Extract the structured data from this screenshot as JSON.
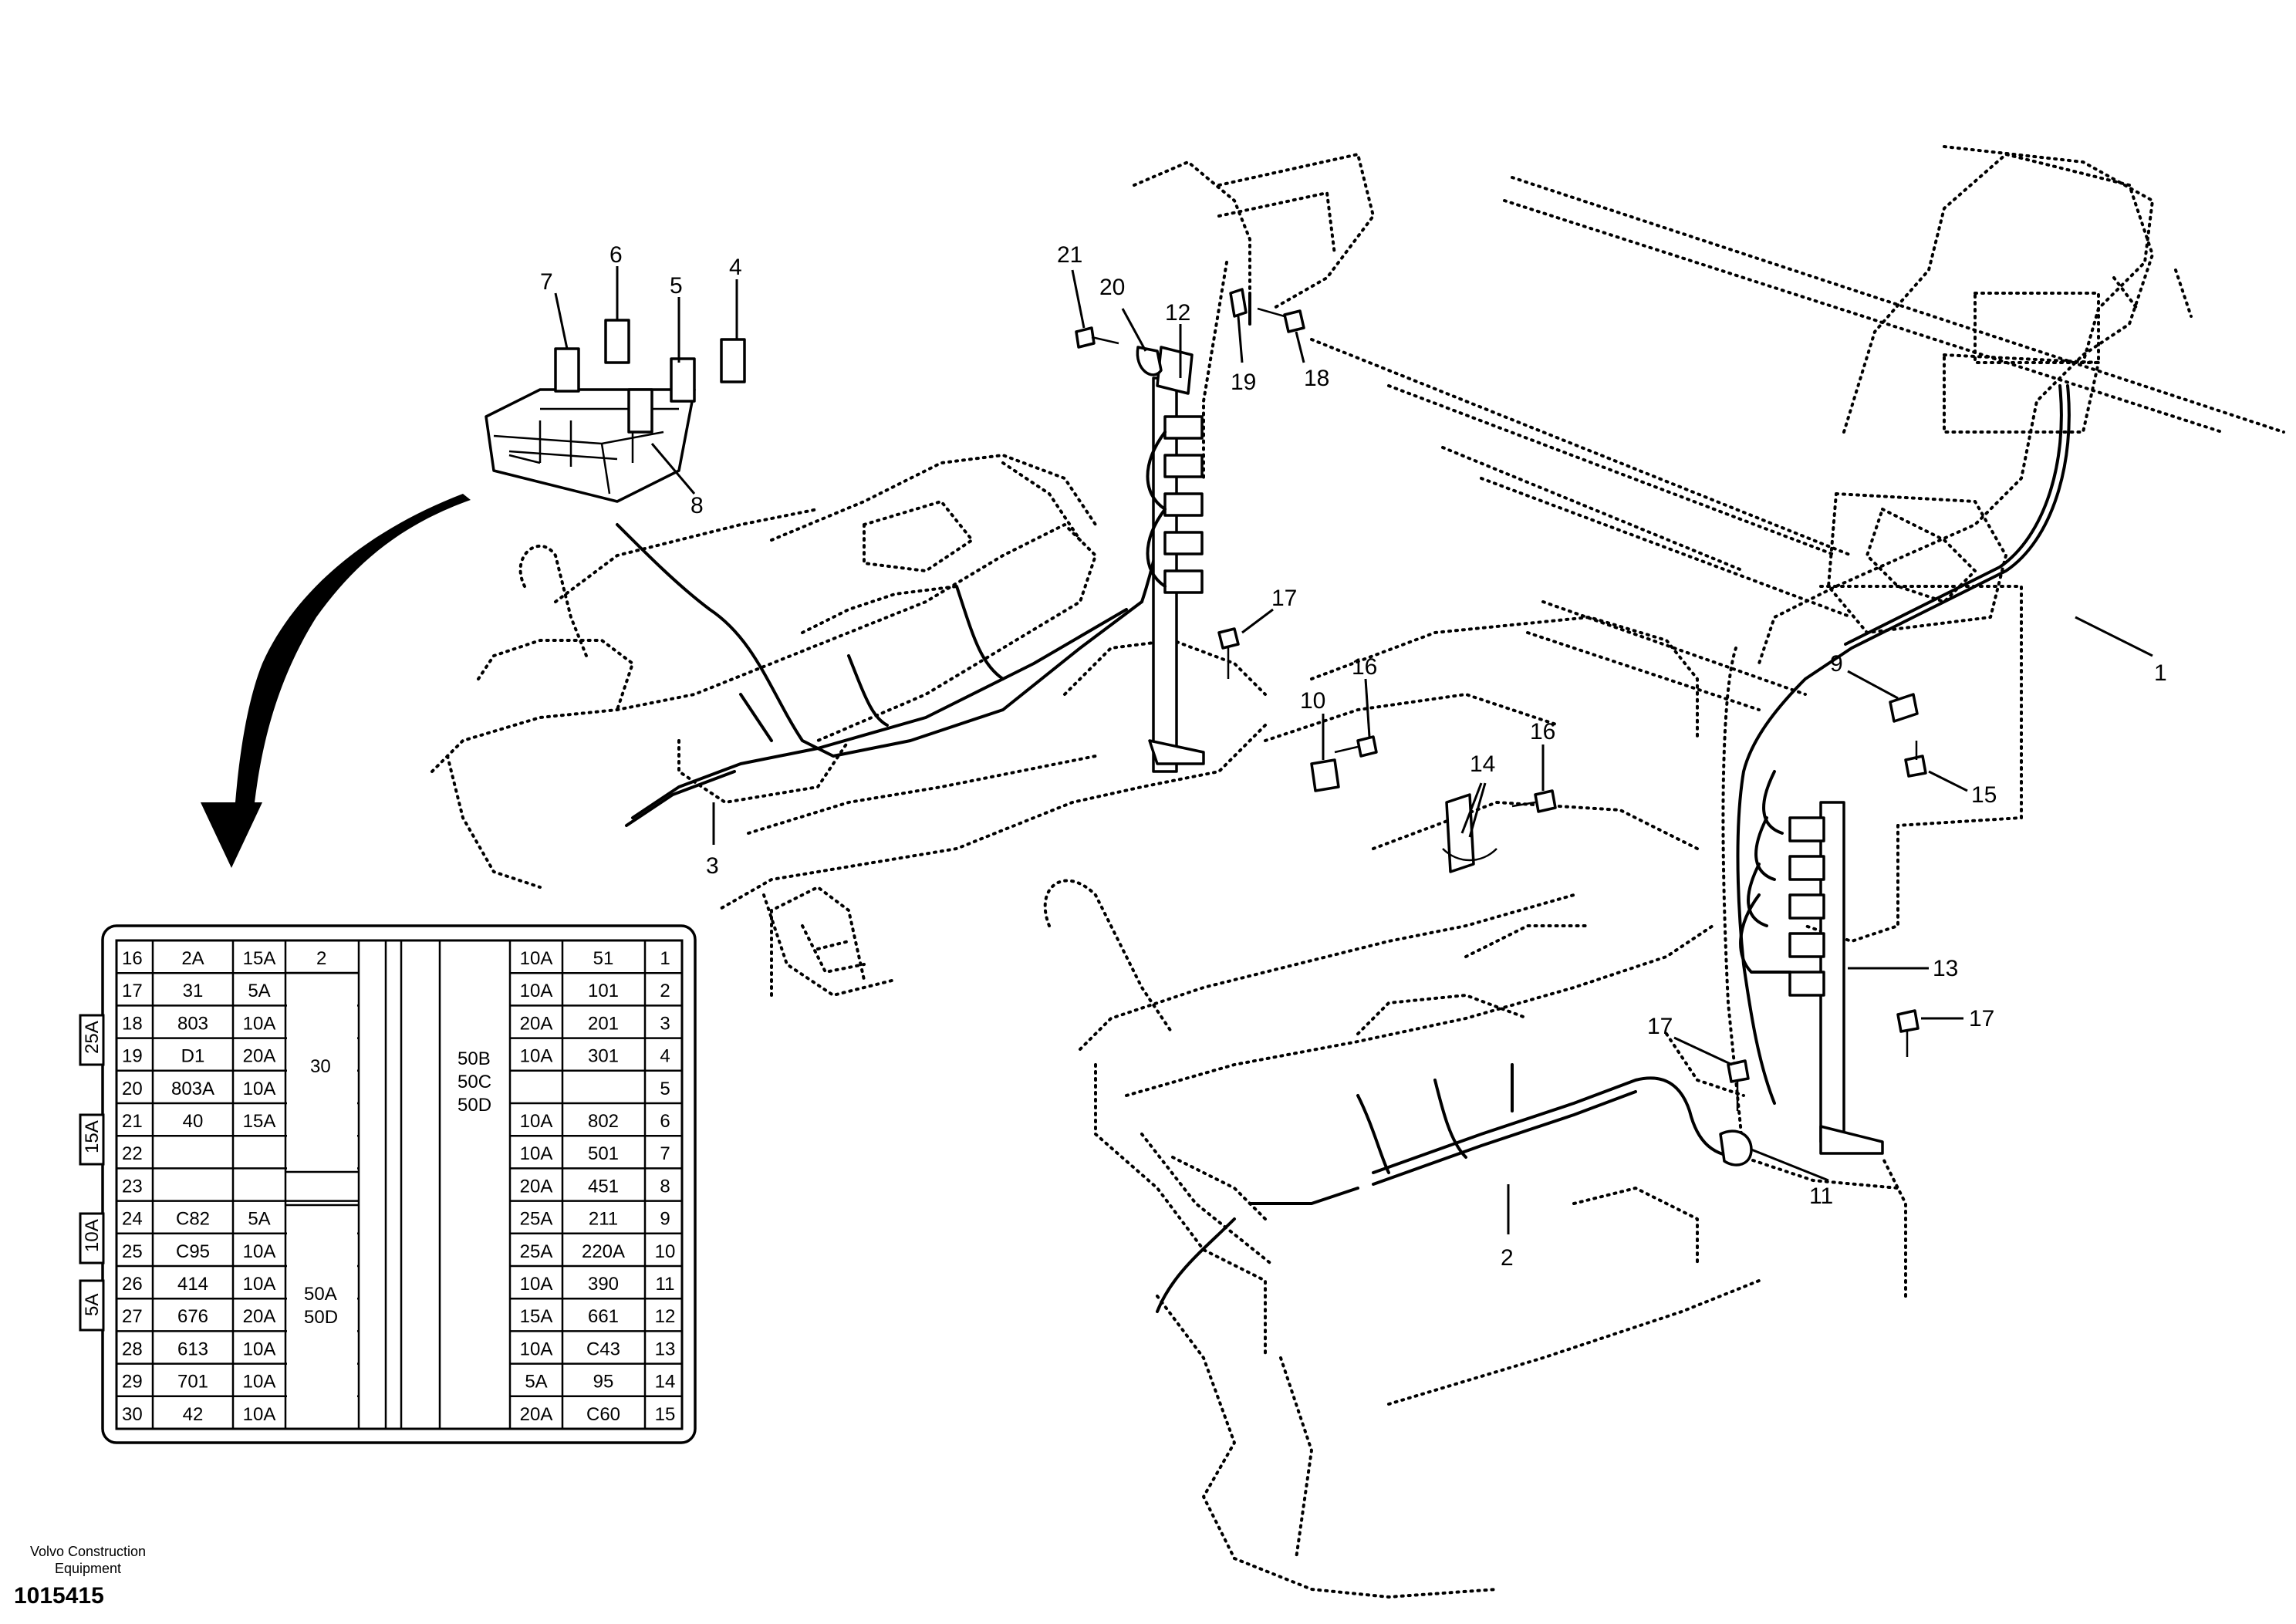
{
  "callouts": [
    {
      "label": "1"
    },
    {
      "label": "2"
    },
    {
      "label": "3"
    },
    {
      "label": "4"
    },
    {
      "label": "5"
    },
    {
      "label": "6"
    },
    {
      "label": "7"
    },
    {
      "label": "8"
    },
    {
      "label": "9"
    },
    {
      "label": "10"
    },
    {
      "label": "11"
    },
    {
      "label": "12"
    },
    {
      "label": "13"
    },
    {
      "label": "14"
    },
    {
      "label": "15"
    },
    {
      "label": "16"
    },
    {
      "label": "16"
    },
    {
      "label": "17"
    },
    {
      "label": "17"
    },
    {
      "label": "17"
    },
    {
      "label": "18"
    },
    {
      "label": "19"
    },
    {
      "label": "20"
    },
    {
      "label": "21"
    }
  ],
  "fuse_box": {
    "side_tabs": [
      "25A",
      "15A",
      "10A",
      "5A"
    ],
    "left_rows": [
      {
        "num": "16",
        "code": "2A",
        "amp": "15A"
      },
      {
        "num": "17",
        "code": "31",
        "amp": "5A"
      },
      {
        "num": "18",
        "code": "803",
        "amp": "10A"
      },
      {
        "num": "19",
        "code": "D1",
        "amp": "20A"
      },
      {
        "num": "20",
        "code": "803A",
        "amp": "10A"
      },
      {
        "num": "21",
        "code": "40",
        "amp": "15A"
      },
      {
        "num": "22",
        "code": "",
        "amp": ""
      },
      {
        "num": "23",
        "code": "",
        "amp": ""
      },
      {
        "num": "24",
        "code": "C82",
        "amp": "5A"
      },
      {
        "num": "25",
        "code": "C95",
        "amp": "10A"
      },
      {
        "num": "26",
        "code": "414",
        "amp": "10A"
      },
      {
        "num": "27",
        "code": "676",
        "amp": "20A"
      },
      {
        "num": "28",
        "code": "613",
        "amp": "10A"
      },
      {
        "num": "29",
        "code": "701",
        "amp": "10A"
      },
      {
        "num": "30",
        "code": "42",
        "amp": "10A"
      }
    ],
    "group_labels": {
      "row16": "2",
      "rows17_21": "30",
      "rows24_30": [
        "50A",
        "50D"
      ]
    },
    "center_labels": [
      "50B",
      "50C",
      "50D"
    ],
    "right_rows": [
      {
        "amp": "10A",
        "code": "51",
        "num": "1"
      },
      {
        "amp": "10A",
        "code": "101",
        "num": "2"
      },
      {
        "amp": "20A",
        "code": "201",
        "num": "3"
      },
      {
        "amp": "10A",
        "code": "301",
        "num": "4"
      },
      {
        "amp": "",
        "code": "",
        "num": "5"
      },
      {
        "amp": "10A",
        "code": "802",
        "num": "6"
      },
      {
        "amp": "10A",
        "code": "501",
        "num": "7"
      },
      {
        "amp": "20A",
        "code": "451",
        "num": "8"
      },
      {
        "amp": "25A",
        "code": "211",
        "num": "9"
      },
      {
        "amp": "25A",
        "code": "220A",
        "num": "10"
      },
      {
        "amp": "10A",
        "code": "390",
        "num": "11"
      },
      {
        "amp": "15A",
        "code": "661",
        "num": "12"
      },
      {
        "amp": "10A",
        "code": "C43",
        "num": "13"
      },
      {
        "amp": "5A",
        "code": "95",
        "num": "14"
      },
      {
        "amp": "20A",
        "code": "C60",
        "num": "15"
      }
    ]
  },
  "footer": {
    "credit": "Volvo Construction Equipment",
    "drawing_number": "1015415"
  }
}
